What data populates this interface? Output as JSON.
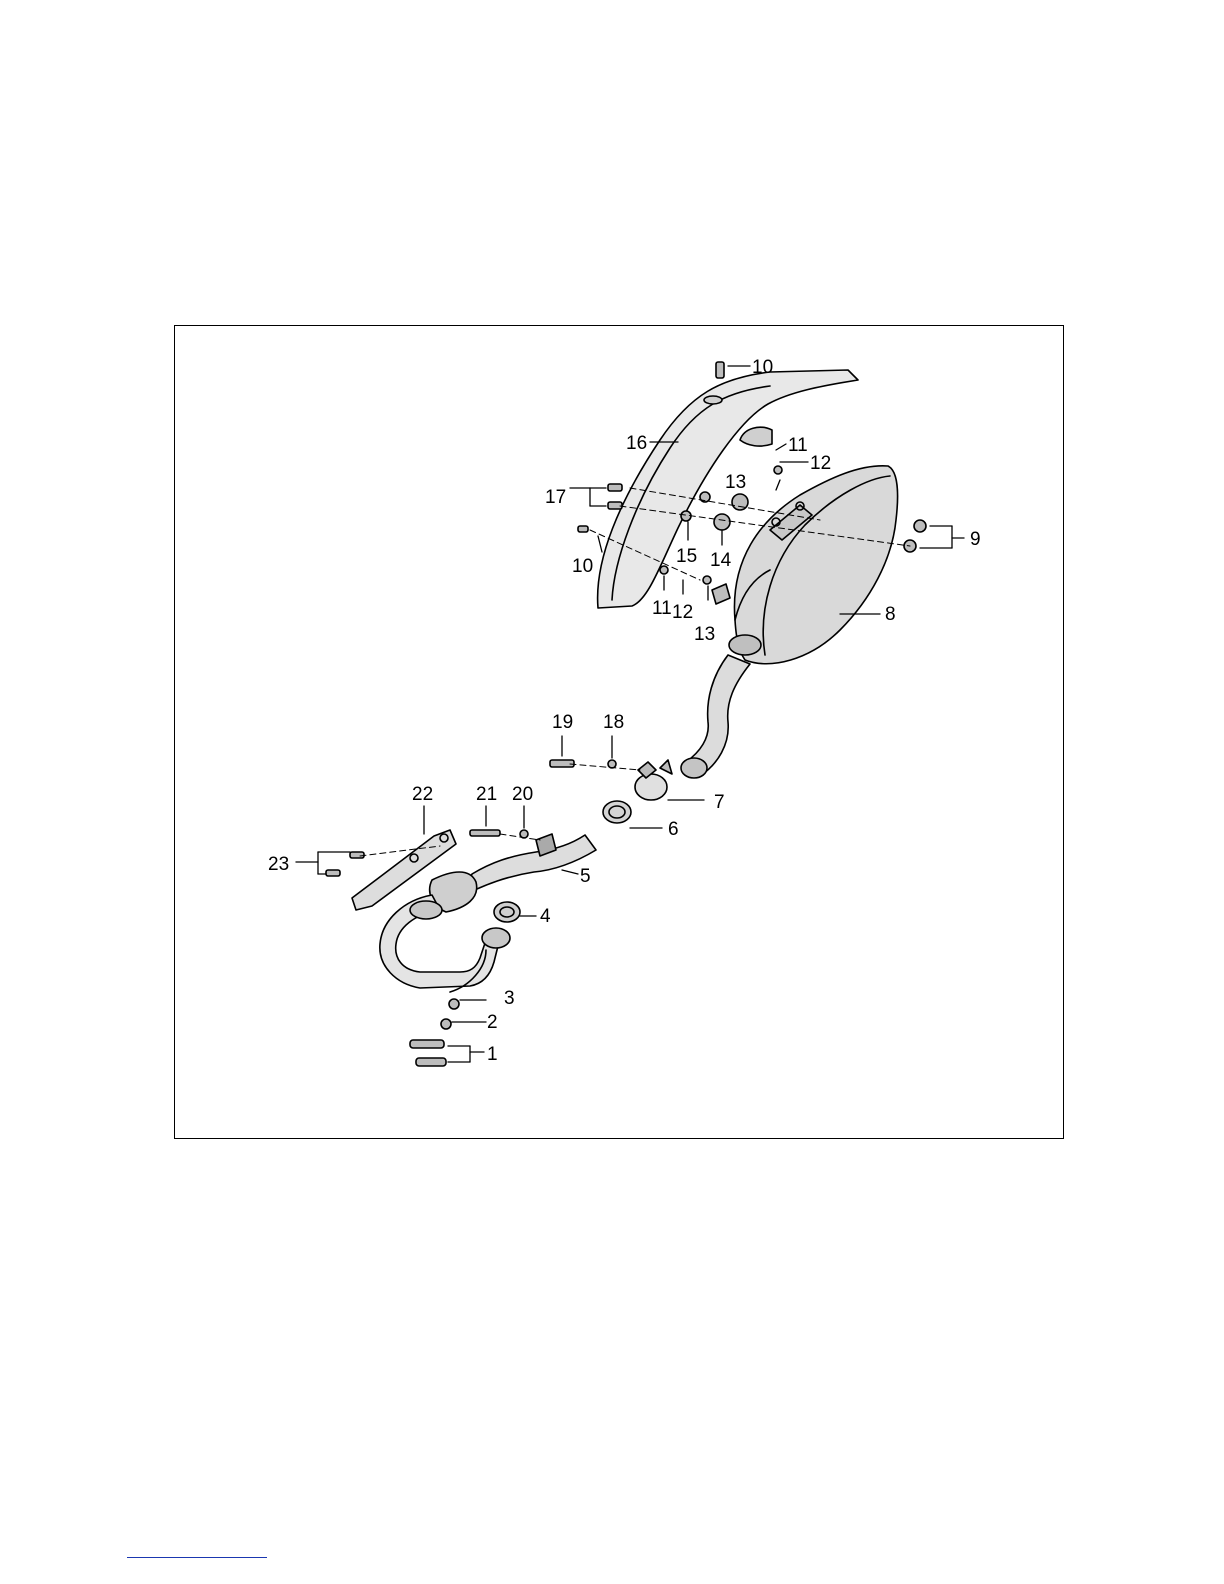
{
  "callouts": [
    {
      "id": "1",
      "text": "1"
    },
    {
      "id": "2",
      "text": "2"
    },
    {
      "id": "3",
      "text": "3"
    },
    {
      "id": "4",
      "text": "4"
    },
    {
      "id": "5",
      "text": "5"
    },
    {
      "id": "6",
      "text": "6"
    },
    {
      "id": "7",
      "text": "7"
    },
    {
      "id": "8",
      "text": "8"
    },
    {
      "id": "9",
      "text": "9"
    },
    {
      "id": "10a",
      "text": "10"
    },
    {
      "id": "10b",
      "text": "10"
    },
    {
      "id": "11a",
      "text": "11"
    },
    {
      "id": "11b",
      "text": "11"
    },
    {
      "id": "12a",
      "text": "12"
    },
    {
      "id": "12b",
      "text": "12"
    },
    {
      "id": "13a",
      "text": "13"
    },
    {
      "id": "13b",
      "text": "13"
    },
    {
      "id": "14",
      "text": "14"
    },
    {
      "id": "15",
      "text": "15"
    },
    {
      "id": "16",
      "text": "16"
    },
    {
      "id": "17",
      "text": "17"
    },
    {
      "id": "18",
      "text": "18"
    },
    {
      "id": "19",
      "text": "19"
    },
    {
      "id": "20",
      "text": "20"
    },
    {
      "id": "21",
      "text": "21"
    },
    {
      "id": "22",
      "text": "22"
    },
    {
      "id": "23",
      "text": "23"
    }
  ]
}
